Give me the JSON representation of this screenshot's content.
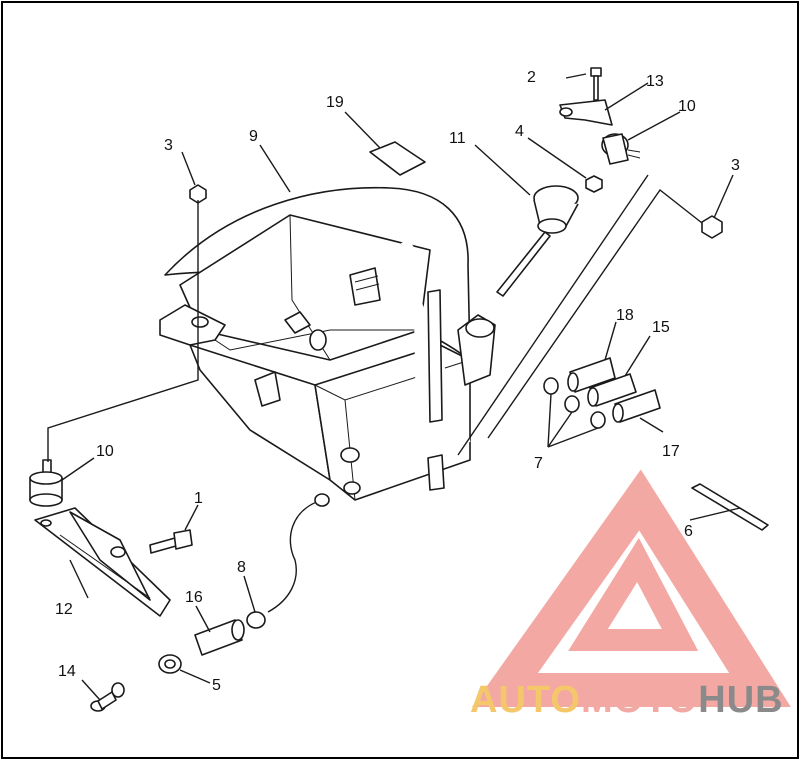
{
  "diagram": {
    "callouts": [
      "2",
      "13",
      "10",
      "19",
      "9",
      "11",
      "4",
      "3",
      "3",
      "18",
      "15",
      "7",
      "17",
      "10",
      "1",
      "6",
      "12",
      "8",
      "16",
      "5",
      "14"
    ]
  },
  "watermark": {
    "parts": [
      "AUTO",
      "MOTO",
      "HUB"
    ],
    "colors": {
      "auto": "#f4c86a",
      "moto": "#f2a9a3",
      "hub": "#8a8a8a",
      "logo": "#f19a93"
    }
  }
}
